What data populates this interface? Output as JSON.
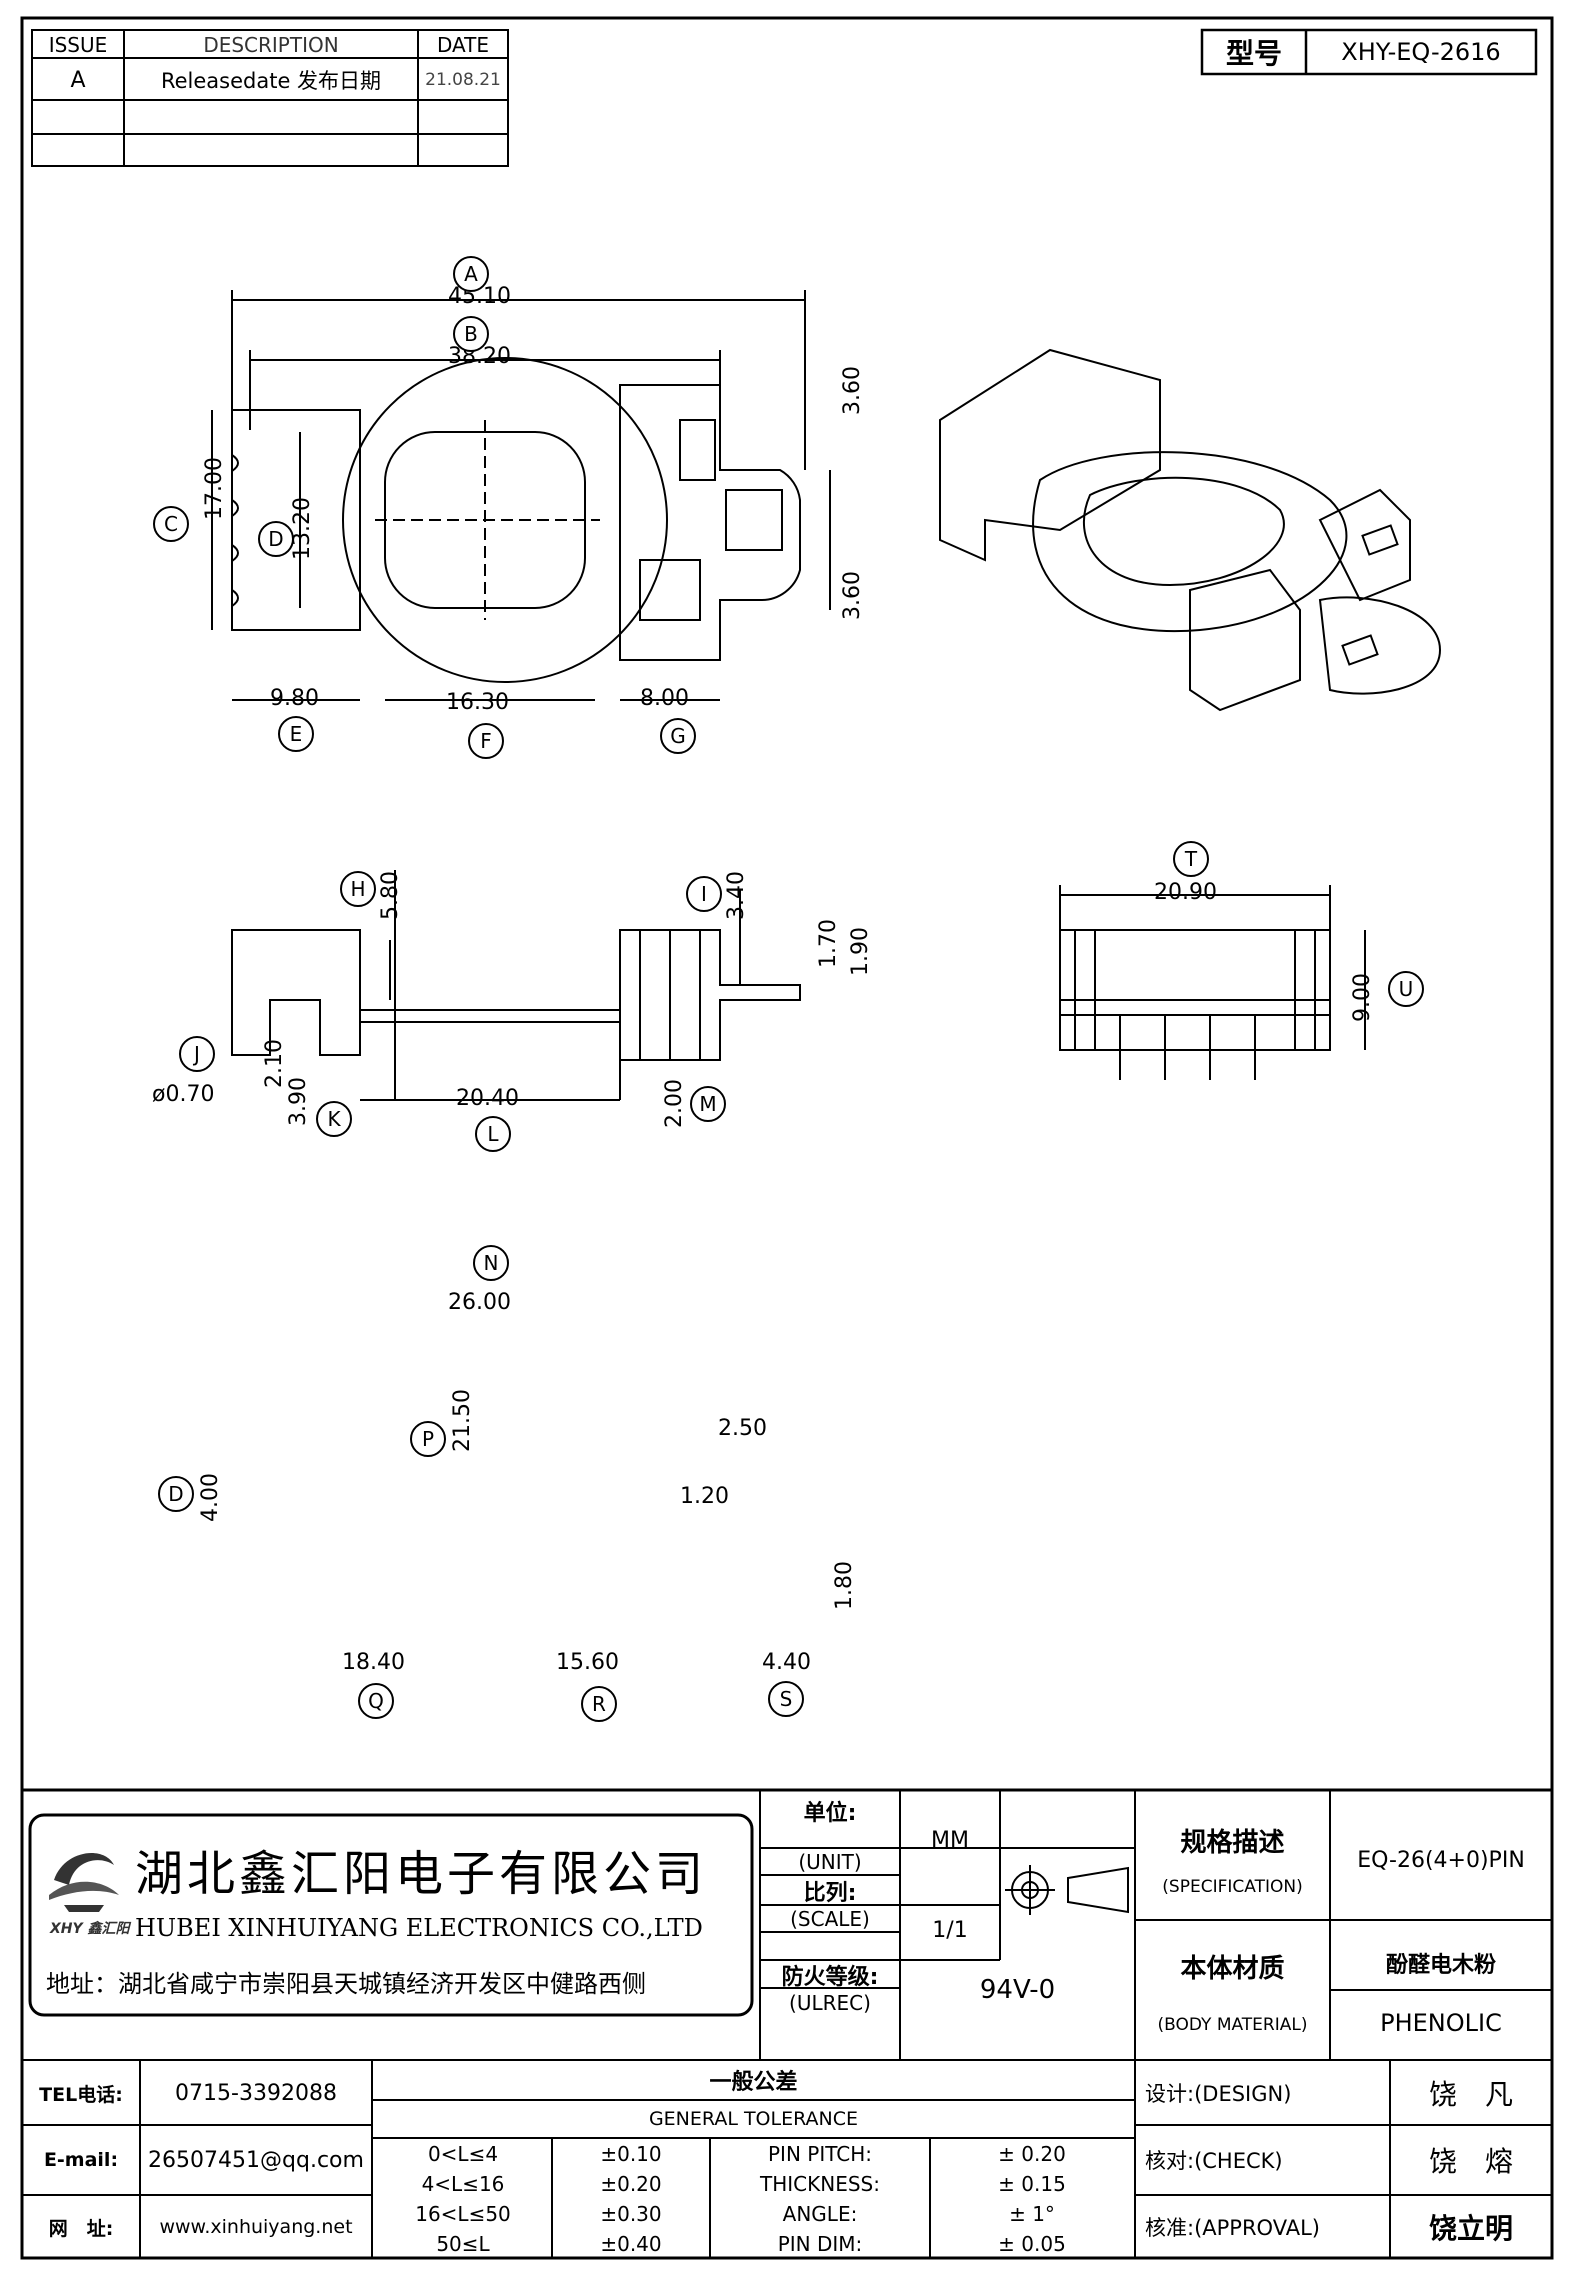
{
  "revision_table": {
    "headers": [
      "ISSUE",
      "DESCRIPTION",
      "DATE"
    ],
    "rows": [
      {
        "issue": "A",
        "description": "Releasedate 发布日期",
        "date": "21.08.21"
      },
      {
        "issue": "",
        "description": "",
        "date": ""
      },
      {
        "issue": "",
        "description": "",
        "date": ""
      }
    ]
  },
  "model": {
    "label": "型号",
    "value": "XHY-EQ-2616"
  },
  "dims_top": {
    "A": "45.10",
    "B": "38.20",
    "C": "17.00",
    "D": "13.20",
    "E": "9.80",
    "F": "16.30",
    "G": "8.00",
    "g1": "3.60",
    "g2": "3.60"
  },
  "dims_side": {
    "H": "5.80",
    "I": "3.40",
    "i2": "1.70",
    "i3": "1.90",
    "J": "ø0.70",
    "j2": "2.10",
    "K": "3.90",
    "L": "20.40",
    "M": "2.00"
  },
  "dims_front": {
    "T": "20.90",
    "U": "9.00"
  },
  "dims_bottom": {
    "N": "26.00",
    "P": "21.50",
    "D": "4.00",
    "s1": "2.50",
    "s2": "1.20",
    "s3": "1.80",
    "Q": "18.40",
    "R": "15.60",
    "S": "4.40"
  },
  "letters": [
    "A",
    "B",
    "C",
    "D",
    "E",
    "F",
    "G",
    "H",
    "I",
    "J",
    "K",
    "L",
    "M",
    "T",
    "U",
    "N",
    "P",
    "Q",
    "R",
    "S",
    "D"
  ],
  "company": {
    "logo_text": "XHY 鑫汇阳",
    "name_cn": "湖北鑫汇阳电子有限公司",
    "name_en": "HUBEI XINHUIYANG ELECTRONICS CO.,LTD",
    "address": "地址：湖北省咸宁市崇阳县天城镇经济开发区中健路西侧"
  },
  "title_block": {
    "unit_cn": "单位:",
    "unit_en": "(UNIT)",
    "unit_value": "MM",
    "scale_cn": "比列:",
    "scale_en": "(SCALE)",
    "scale_value": "1/1",
    "ulrec_cn": "防火等级:",
    "ulrec_en": "(ULREC)",
    "ulrec_value": "94V-0",
    "spec_cn": "规格描述",
    "spec_en": "(SPECIFICATION)",
    "spec_value": "EQ-26(4+0)PIN",
    "material_cn": "本体材质",
    "material_en": "(BODY MATERIAL)",
    "material_value_cn": "酚醛电木粉",
    "material_value_en": "PHENOLIC"
  },
  "contact": {
    "tel_label": "TEL电话:",
    "tel": "0715-3392088",
    "email_label": "E-mail:",
    "email": "26507451@qq.com",
    "web_label": "网　址:",
    "web": "www.xinhuiyang.net"
  },
  "tolerance": {
    "title_cn": "一般公差",
    "title_en": "GENERAL TOLERANCE",
    "ranges": [
      {
        "range": "0<L≤4",
        "tol": "±0.10"
      },
      {
        "range": "4<L≤16",
        "tol": "±0.20"
      },
      {
        "range": "16<L≤50",
        "tol": "±0.30"
      },
      {
        "range": "50≤L",
        "tol": "±0.40"
      }
    ],
    "items": [
      {
        "name": "PIN PITCH:",
        "tol": "±  0.20"
      },
      {
        "name": "THICKNESS:",
        "tol": "±  0.15"
      },
      {
        "name": "ANGLE:",
        "tol": "±  1°"
      },
      {
        "name": "PIN DIM:",
        "tol": "±  0.05"
      }
    ]
  },
  "signoff": [
    {
      "label": "设计:(DESIGN)",
      "name": "饶　凡"
    },
    {
      "label": "核对:(CHECK)",
      "name": "饶　熔"
    },
    {
      "label": "核准:(APPROVAL)",
      "name": "饶立明"
    }
  ],
  "colors": {
    "line": "#000000",
    "background": "#ffffff"
  }
}
